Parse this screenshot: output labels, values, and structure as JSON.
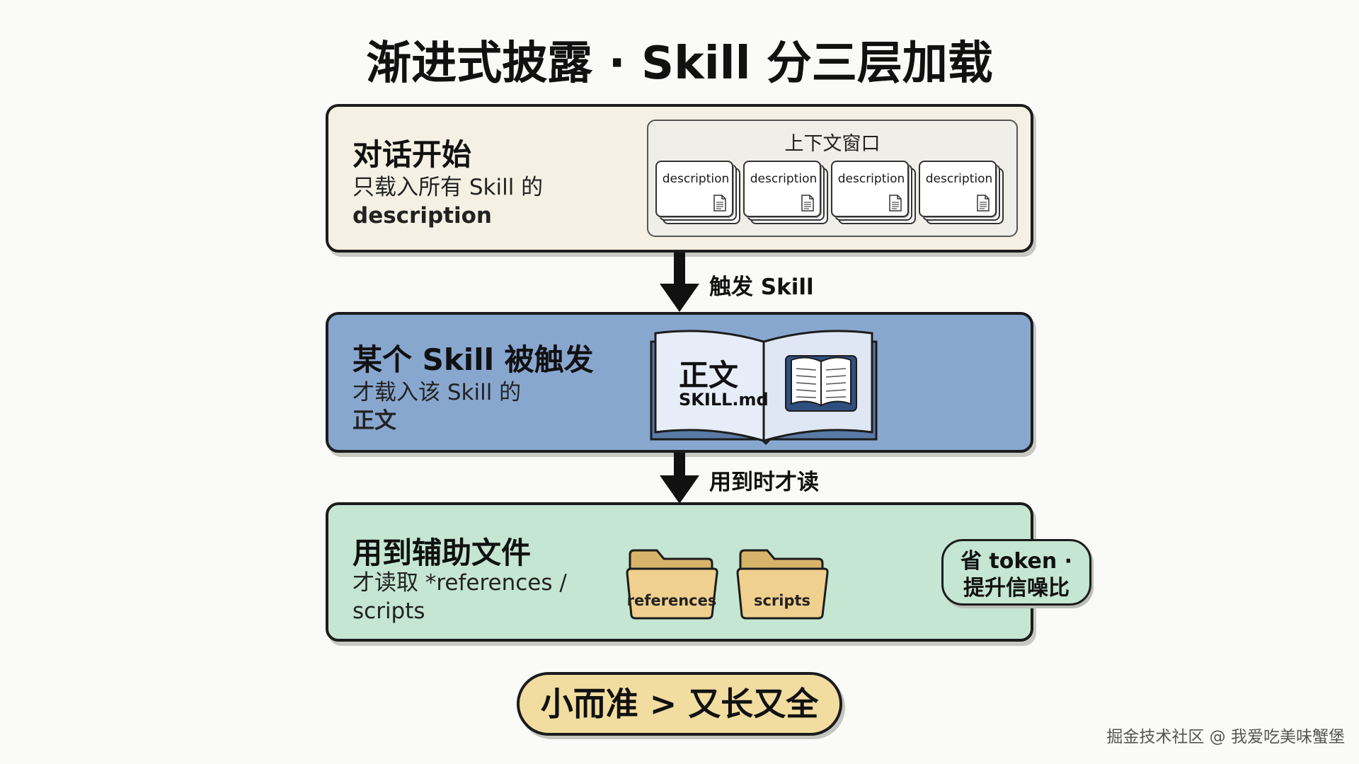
{
  "title": "渐进式披露 · Skill 分三层加载",
  "layer1": {
    "title": "对话开始",
    "subtitle_line1": "只载入所有 Skill 的",
    "subtitle_bold": "description",
    "context_window_label": "上下文窗口",
    "cards": [
      "description",
      "description",
      "description",
      "description"
    ],
    "color": "#f4f1e4"
  },
  "arrow1_label": "触发 Skill",
  "layer2": {
    "title": "某个 Skill 被触发",
    "subtitle_line1": "才载入该 Skill 的",
    "subtitle_bold": "正文",
    "book_title": "正文",
    "book_file": "SKILL.md",
    "color": "#88a7cf"
  },
  "arrow2_label": "用到时才读",
  "layer3": {
    "title": "用到辅助文件",
    "subtitle_line1": "才读取 *references /",
    "subtitle_line2": "scripts",
    "folders": [
      "references",
      "scripts"
    ],
    "color": "#c4e6d2"
  },
  "badge": {
    "line1": "省 token ·",
    "line2": "提升信噪比"
  },
  "summary": "小而准 > 又长又全",
  "watermark": "掘金技术社区 @ 我爱吃美味蟹堡",
  "icons": [
    "doc-icon",
    "book-icon",
    "folder-icon",
    "arrow-down-icon"
  ]
}
